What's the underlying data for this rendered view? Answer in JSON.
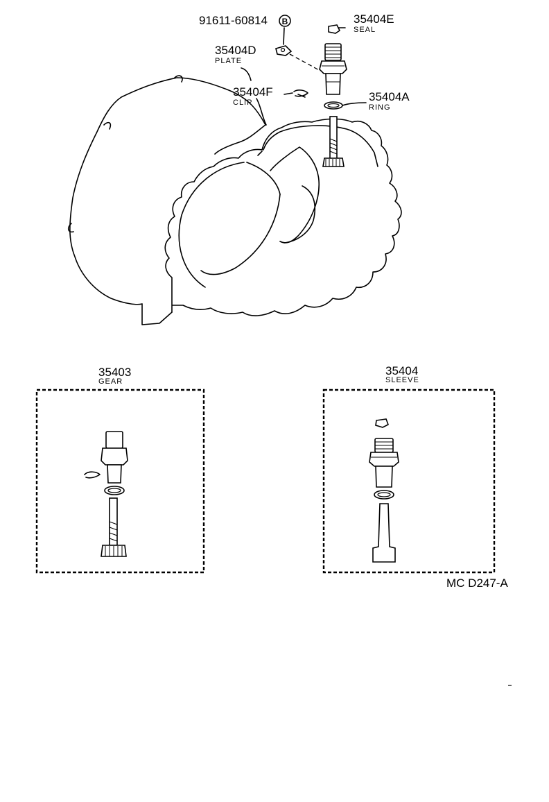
{
  "callouts": {
    "bolt": {
      "part_no": "91611-60814",
      "symbol": "B"
    },
    "seal": {
      "part_no": "35404E",
      "name": "SEAL"
    },
    "plate": {
      "part_no": "35404D",
      "name": "PLATE"
    },
    "clip": {
      "part_no": "35404F",
      "name": "CLIP"
    },
    "ring": {
      "part_no": "35404A",
      "name": "RING"
    }
  },
  "kits": {
    "gear": {
      "part_no": "35403",
      "name": "GEAR"
    },
    "sleeve": {
      "part_no": "35404",
      "name": "SLEEVE"
    }
  },
  "drawing_code": "MC D247-A"
}
